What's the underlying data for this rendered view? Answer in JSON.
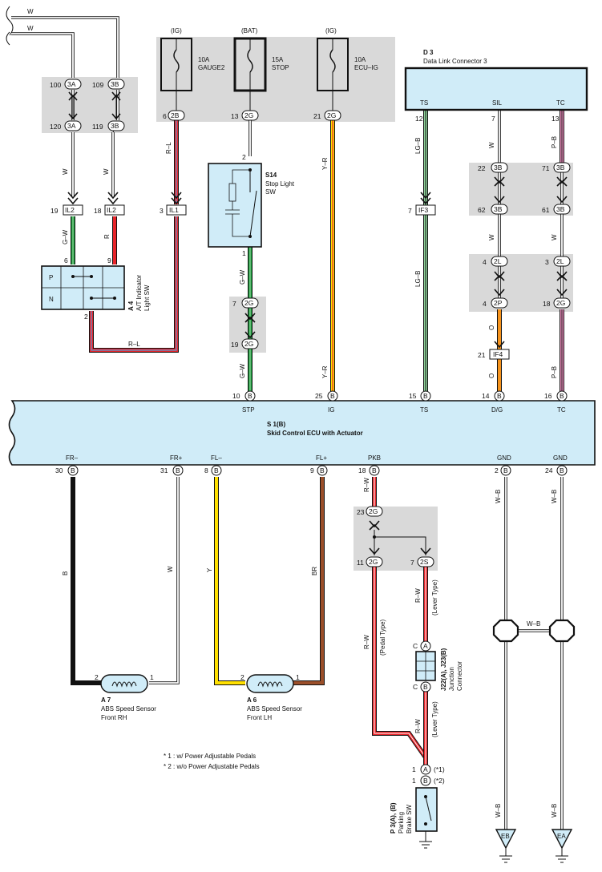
{
  "ecu": {
    "title": "S 1(B)",
    "subtitle": "Skid Control ECU with Actuator",
    "top_pins": [
      {
        "num": "10",
        "conn": "B",
        "name": "STP"
      },
      {
        "num": "25",
        "conn": "B",
        "name": "IG"
      },
      {
        "num": "15",
        "conn": "B",
        "name": "TS"
      },
      {
        "num": "14",
        "conn": "B",
        "name": "D/G"
      },
      {
        "num": "16",
        "conn": "B",
        "name": "TC"
      }
    ],
    "bottom_pins": [
      {
        "num": "30",
        "conn": "B",
        "name": "FR–"
      },
      {
        "num": "31",
        "conn": "B",
        "name": "FR+"
      },
      {
        "num": "8",
        "conn": "B",
        "name": "FL–"
      },
      {
        "num": "9",
        "conn": "B",
        "name": "FL+"
      },
      {
        "num": "18",
        "conn": "B",
        "name": "PKB"
      },
      {
        "num": "2",
        "conn": "B",
        "name": "GND"
      },
      {
        "num": "24",
        "conn": "B",
        "name": "GND"
      }
    ]
  },
  "fuses": [
    {
      "source": "(IG)",
      "rating": "10A",
      "name": "GAUGE2",
      "pin": "6",
      "conn": "2B"
    },
    {
      "source": "(BAT)",
      "rating": "15A",
      "name": "STOP",
      "pin": "13",
      "conn": "2G"
    },
    {
      "source": "(IG)",
      "rating": "10A",
      "name": "ECU–IG",
      "pin": "21",
      "conn": "2G"
    }
  ],
  "dlc": {
    "code": "D 3",
    "name": "Data Link Connector 3",
    "pins": [
      {
        "name": "TS",
        "num": "12"
      },
      {
        "name": "SIL",
        "num": "7"
      },
      {
        "name": "TC",
        "num": "13"
      }
    ]
  },
  "stop_sw": {
    "code": "S14",
    "name1": "Stop Light",
    "name2": "SW",
    "pin_top": "2",
    "pin_bottom": "1"
  },
  "at_sw": {
    "code": "A 4",
    "name1": "A/T Indicator",
    "name2": "Light SW",
    "pos_p": "P",
    "pos_n": "N",
    "pin_a": "6",
    "pin_b": "9",
    "pin_c": "2"
  },
  "sensor_rh": {
    "code": "A 7",
    "name1": "ABS Speed Sensor",
    "name2": "Front RH",
    "pin1": "2",
    "pin2": "1"
  },
  "sensor_lh": {
    "code": "A 6",
    "name1": "ABS Speed Sensor",
    "name2": "Front LH",
    "pin1": "2",
    "pin2": "1"
  },
  "junction": {
    "code": "J22(A), J23(B)",
    "name1": "Junction",
    "name2": "Connector",
    "pin_top": "C",
    "conn_top": "A",
    "pin_bottom": "C",
    "conn_bottom": "B"
  },
  "parking_sw": {
    "code": "P 3(A), (B)",
    "name1": "Parking",
    "name2": "Brake SW",
    "pin_a": "1",
    "conn_a": "A",
    "note_a": "(*1)",
    "pin_b": "1",
    "conn_b": "B",
    "note_b": "(*2)"
  },
  "grounds": [
    "EB",
    "EA"
  ],
  "notes": [
    "* 1 : w/ Power Adjustable Pedals",
    "* 2 : w/o Power Adjustable Pedals"
  ],
  "pedal_type": "(Pedal Type)",
  "lever_type": "(Lever Type)",
  "wire_labels": {
    "w": "W",
    "gw": "G–W",
    "r": "R",
    "rl": "R–L",
    "yr": "Y–R",
    "lgb": "LG–B",
    "pb": "P–B",
    "o": "O",
    "b": "B",
    "y": "Y",
    "br": "BR",
    "rw": "R–W",
    "wb": "W–B"
  },
  "connectors": {
    "c100": {
      "num": "100",
      "conn": "3A"
    },
    "c109": {
      "num": "109",
      "conn": "3B"
    },
    "c120": {
      "num": "120",
      "conn": "3A"
    },
    "c119": {
      "num": "119",
      "conn": "3B"
    },
    "il2a": {
      "num": "19",
      "conn": "IL2"
    },
    "il2b": {
      "num": "18",
      "conn": "IL2"
    },
    "il1": {
      "num": "3",
      "conn": "IL1"
    },
    "if3": {
      "num": "7",
      "conn": "IF3"
    },
    "if4": {
      "num": "21",
      "conn": "IF4"
    },
    "c22": {
      "num": "22",
      "conn": "3B"
    },
    "c71": {
      "num": "71",
      "conn": "3B"
    },
    "c62": {
      "num": "62",
      "conn": "3B"
    },
    "c61": {
      "num": "61",
      "conn": "3B"
    },
    "c4a": {
      "num": "4",
      "conn": "2L"
    },
    "c3": {
      "num": "3",
      "conn": "2L"
    },
    "c4b": {
      "num": "4",
      "conn": "2P"
    },
    "c18": {
      "num": "18",
      "conn": "2G"
    },
    "c7g": {
      "num": "7",
      "conn": "2G"
    },
    "c19g": {
      "num": "19",
      "conn": "2G"
    },
    "c23": {
      "num": "23",
      "conn": "2G"
    },
    "c11": {
      "num": "11",
      "conn": "2G"
    },
    "c7s": {
      "num": "7",
      "conn": "2S"
    }
  },
  "colors": {
    "red": "#e8242a",
    "green": "#1a9a3a",
    "yellow": "#ffe000",
    "pink": "#f08fc0",
    "orange": "#f7941d",
    "brown": "#9b4f2a",
    "blue": "#5b9bd5",
    "lgreen": "#8fd49a",
    "panel": "#d0ecf8",
    "gray": "#d9d9d9"
  }
}
